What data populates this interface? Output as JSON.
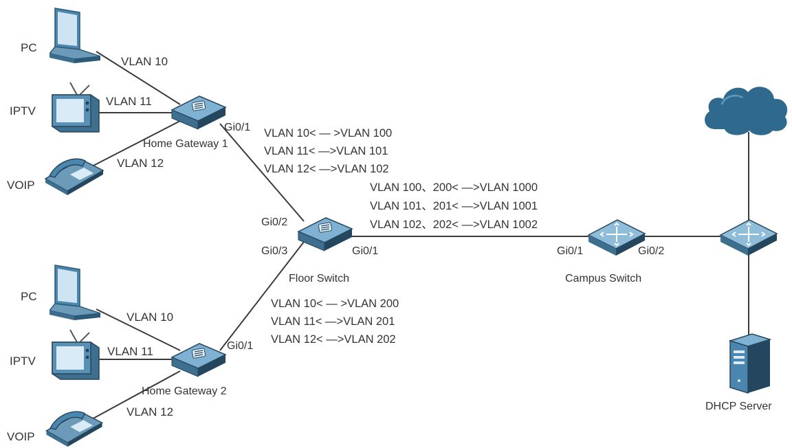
{
  "colors": {
    "line": "#3a3a3a",
    "device_body": "#3f6f8f",
    "device_top": "#7fb2d2",
    "device_dark": "#24465e",
    "label": "#333333"
  },
  "left_top": {
    "pc_label": "PC",
    "iptv_label": "IPTV",
    "voip_label": "VOIP",
    "vlan_pc": "VLAN 10",
    "vlan_iptv": "VLAN 11",
    "vlan_voip": "VLAN 12",
    "gateway_label": "Home Gateway 1",
    "gateway_uplink": "Gi0/1",
    "mappings": [
      "VLAN 10< — >VLAN 100",
      "VLAN 11< —>VLAN 101",
      "VLAN 12< —>VLAN 102"
    ]
  },
  "left_bottom": {
    "pc_label": "PC",
    "iptv_label": "IPTV",
    "voip_label": "VOIP",
    "vlan_pc": "VLAN 10",
    "vlan_iptv": "VLAN 11",
    "vlan_voip": "VLAN 12",
    "gateway_label": "Home Gateway 2",
    "gateway_uplink": "Gi0/1",
    "mappings": [
      "VLAN 10< — >VLAN 200",
      "VLAN 11< —>VLAN 201",
      "VLAN 12< —>VLAN 202"
    ]
  },
  "floor_switch": {
    "label": "Floor Switch",
    "port_up": "Gi0/2",
    "port_down": "Gi0/3",
    "port_right": "Gi0/1",
    "mappings": [
      "VLAN 100、200< —>VLAN 1000",
      "VLAN 101、201< —>VLAN 1001",
      "VLAN 102、202< —>VLAN 1002"
    ]
  },
  "campus_switch": {
    "label": "Campus Switch",
    "port_left": "Gi0/1",
    "port_right": "Gi0/2"
  },
  "dhcp_server": {
    "label": "DHCP Server"
  },
  "icons": [
    "laptop-icon",
    "tv-icon",
    "phone-icon",
    "home-gateway-icon",
    "floor-switch-icon",
    "campus-switch-icon",
    "core-switch-icon",
    "cloud-icon",
    "server-icon"
  ]
}
